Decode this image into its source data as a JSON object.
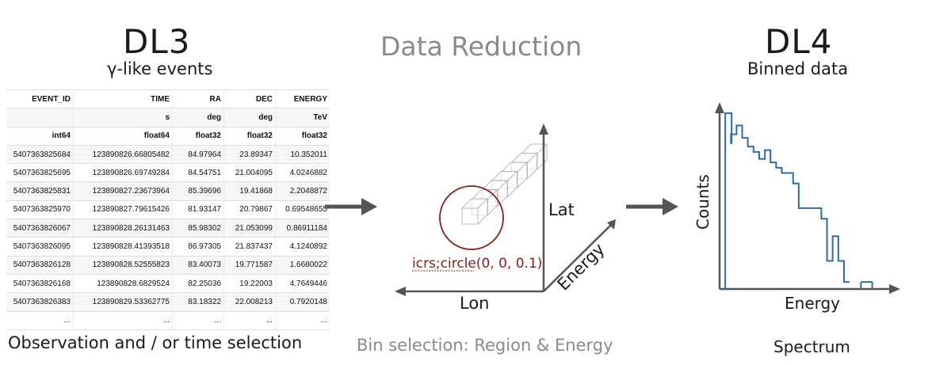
{
  "dl3": {
    "title": "DL3",
    "subtitle": "γ-like events",
    "caption": "Observation and / or time selection",
    "table": {
      "columns": [
        "EVENT_ID",
        "TIME",
        "RA",
        "DEC",
        "ENERGY"
      ],
      "units": [
        "",
        "s",
        "deg",
        "deg",
        "TeV"
      ],
      "dtypes": [
        "int64",
        "float64",
        "float32",
        "float32",
        "float32"
      ],
      "rows": [
        [
          "5407363825684",
          "123890826.66805482",
          "84.97964",
          "23.89347",
          "10.352011"
        ],
        [
          "5407363825695",
          "123890826.69749284",
          "84.54751",
          "21.004095",
          "4.0246882"
        ],
        [
          "5407363825831",
          "123890827.23673964",
          "85.39696",
          "19.41868",
          "2.2048872"
        ],
        [
          "5407363825970",
          "123890827.79615426",
          "81.93147",
          "20.79867",
          "0.69548655"
        ],
        [
          "5407363826067",
          "123890828.26131463",
          "85.98302",
          "21.053099",
          "0.86911184"
        ],
        [
          "5407363826095",
          "123890828.41393518",
          "86.97305",
          "21.837437",
          "4.1240892"
        ],
        [
          "5407363826128",
          "123890828.52555823",
          "83.40073",
          "19.771587",
          "1.6680022"
        ],
        [
          "5407363826168",
          "123890828.6829524",
          "82.25036",
          "19.22003",
          "4.7649446"
        ],
        [
          "5407363826383",
          "123890829.53362775",
          "83.18322",
          "22.008213",
          "0.7920148"
        ],
        [
          "...",
          "...",
          "...",
          "...",
          "..."
        ]
      ]
    }
  },
  "reduction": {
    "title": "Data Reduction",
    "caption": "Bin selection: Region & Energy",
    "axis_lat": "Lat",
    "axis_lon": "Lon",
    "axis_energy": "Energy",
    "region_label": "icrs;circle(0, 0, 0.1)",
    "colors": {
      "region": "#8b1a1a",
      "axes": "#555555",
      "cubes": "#b8b8b8"
    }
  },
  "dl4": {
    "title": "DL4",
    "subtitle": "Binned data",
    "caption": "Spectrum",
    "chart_data": {
      "type": "line",
      "style": "step",
      "xlabel": "Energy",
      "ylabel": "Counts",
      "xlim": [
        0,
        30
      ],
      "ylim": [
        0,
        10
      ],
      "grid": false,
      "ticks": false,
      "steps": [
        [
          0,
          0,
          1,
          10
        ],
        [
          1,
          8.3,
          2,
          8.3
        ],
        [
          2,
          8.8,
          3,
          8.8
        ],
        [
          3,
          9.3,
          4,
          9.3
        ],
        [
          4,
          8.6,
          5,
          8.6
        ],
        [
          5,
          8.1,
          6,
          8.1
        ],
        [
          6,
          7.8,
          7,
          7.8
        ],
        [
          7,
          7.4,
          8,
          7.4
        ],
        [
          8,
          7.9,
          9,
          7.9
        ],
        [
          9,
          7.2,
          10,
          7.2
        ],
        [
          10,
          6.9,
          11,
          6.9
        ],
        [
          11,
          6.6,
          13,
          6.6
        ],
        [
          13,
          6.0,
          14,
          6.0
        ],
        [
          14,
          4.6,
          16,
          4.6
        ],
        [
          16,
          4.6,
          18,
          4.6
        ],
        [
          18,
          4.0,
          19,
          4.0
        ],
        [
          19,
          1.6,
          20,
          1.6
        ],
        [
          20,
          3.0,
          21,
          3.0
        ],
        [
          21,
          1.6,
          22,
          1.6
        ],
        [
          22,
          0.4,
          23,
          0.4
        ],
        [
          25,
          0.4,
          27,
          0.4
        ]
      ],
      "color": "#2e6aad",
      "axis_color": "#555555"
    }
  },
  "arrows": {
    "color": "#555555"
  }
}
